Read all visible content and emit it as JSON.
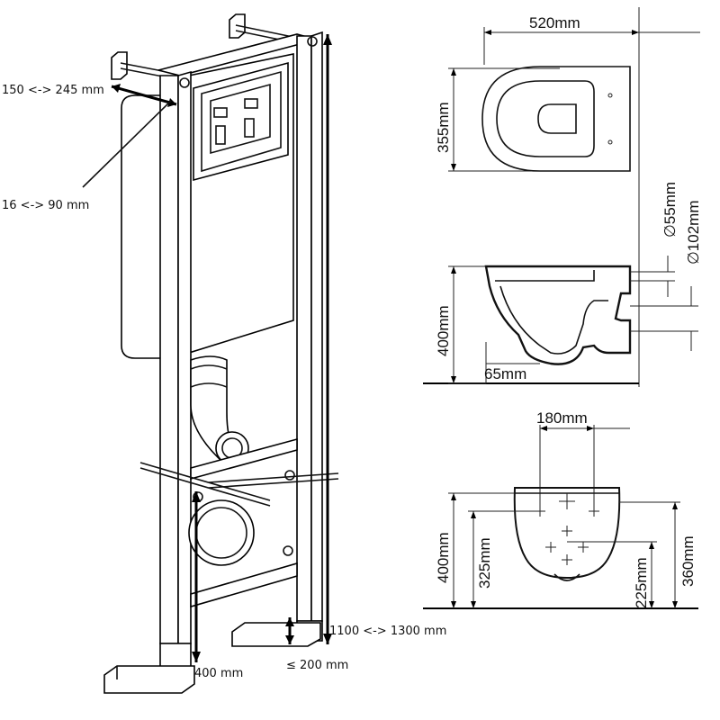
{
  "frame_labels": {
    "side_distance": "150 <-> 245 mm",
    "wall_gap": "16 <-> 90 mm",
    "height_range": "1100 <-> 1300 mm",
    "leg_height": "400 mm",
    "foot_height": "≤ 200 mm"
  },
  "top_view": {
    "width": "520mm",
    "depth": "355mm"
  },
  "side_view": {
    "inner_diameter": "∅55mm",
    "outer_diameter": "∅102mm",
    "height": "400mm",
    "floor_offset": "65mm"
  },
  "front_view": {
    "bolt_spacing": "180mm",
    "total_height": "400mm",
    "bolt_height": "325mm",
    "outlet_height": "225mm",
    "bowl_height": "360mm"
  }
}
